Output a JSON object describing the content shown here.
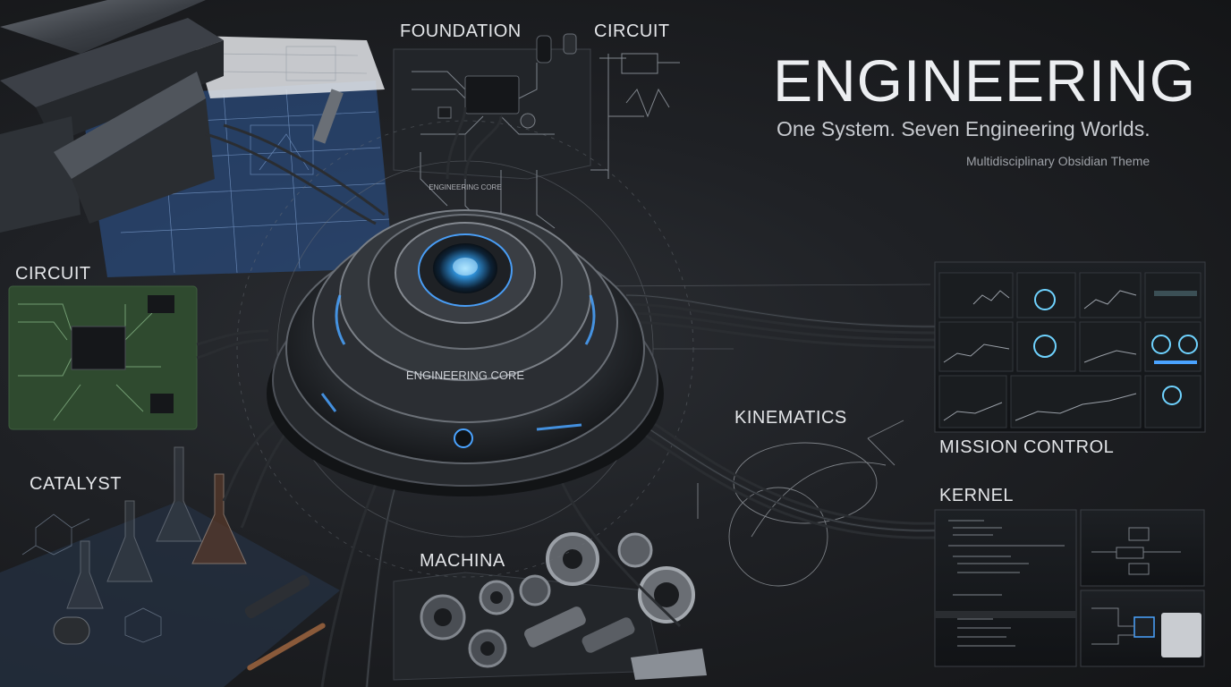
{
  "heading": {
    "title": "ENGINEERING",
    "subtitle": "One System. Seven Engineering Worlds.",
    "tagline": "Multidisciplinary Obsidian Theme"
  },
  "core": {
    "label": "ENGINEERING CORE",
    "top_label": "ENGINEERING CORE"
  },
  "modules": {
    "foundation": "FOUNDATION",
    "circuit_top": "CIRCUIT",
    "circuit_left": "CIRCUIT",
    "catalyst": "CATALYST",
    "machina": "MACHINA",
    "kinematics": "KINEMATICS",
    "mission_control": "MISSION CONTROL",
    "kernel": "KERNEL"
  },
  "colors": {
    "accent_blue": "#4aa3ff",
    "glow_cyan": "#6fd3ff",
    "background": "#1a1c1f",
    "pcb_green": "#2f4a2f",
    "blueprint": "#2a4a7a"
  }
}
